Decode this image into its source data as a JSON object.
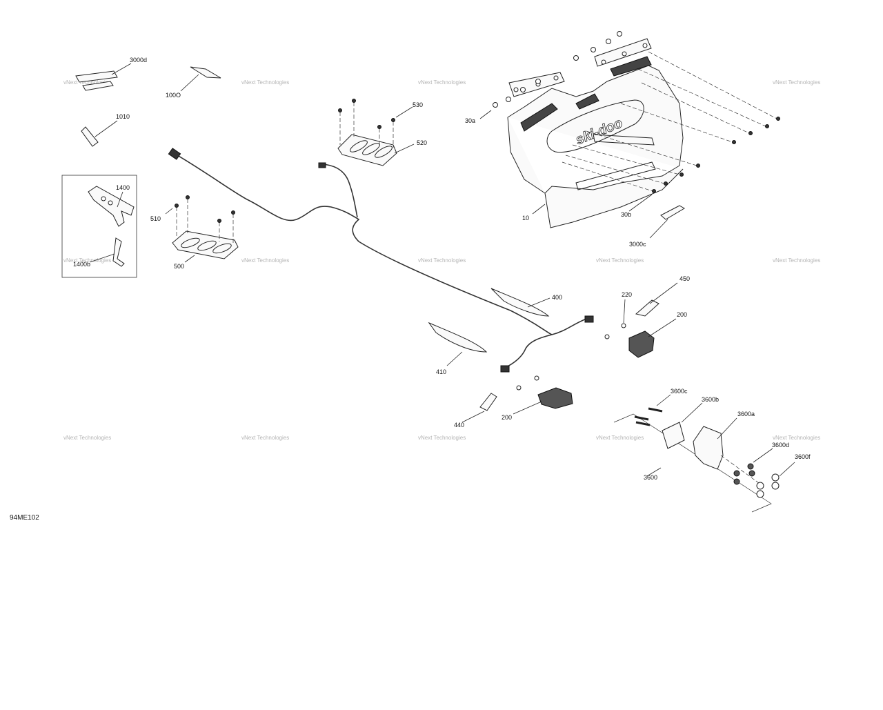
{
  "diagram": {
    "code": "94ME102",
    "logo_text": "ski-doo",
    "watermark_text": "vNext Technologies",
    "callouts": {
      "c3000d": "3000d",
      "c100O": "100O",
      "c1010": "1010",
      "c1400": "1400",
      "c1400b": "1400b",
      "c510": "510",
      "c500": "500",
      "c530": "530",
      "c520": "520",
      "c30a": "30a",
      "c10": "10",
      "c30b": "30b",
      "c3000c": "3000c",
      "c400": "400",
      "c410": "410",
      "c220": "220",
      "c450": "450",
      "c200a": "200",
      "c200b": "200",
      "c440": "440",
      "c3600c": "3600c",
      "c3600b": "3600b",
      "c3600a": "3600a",
      "c3600d": "3600d",
      "c3600f": "3600f",
      "c3600": "3600"
    }
  }
}
